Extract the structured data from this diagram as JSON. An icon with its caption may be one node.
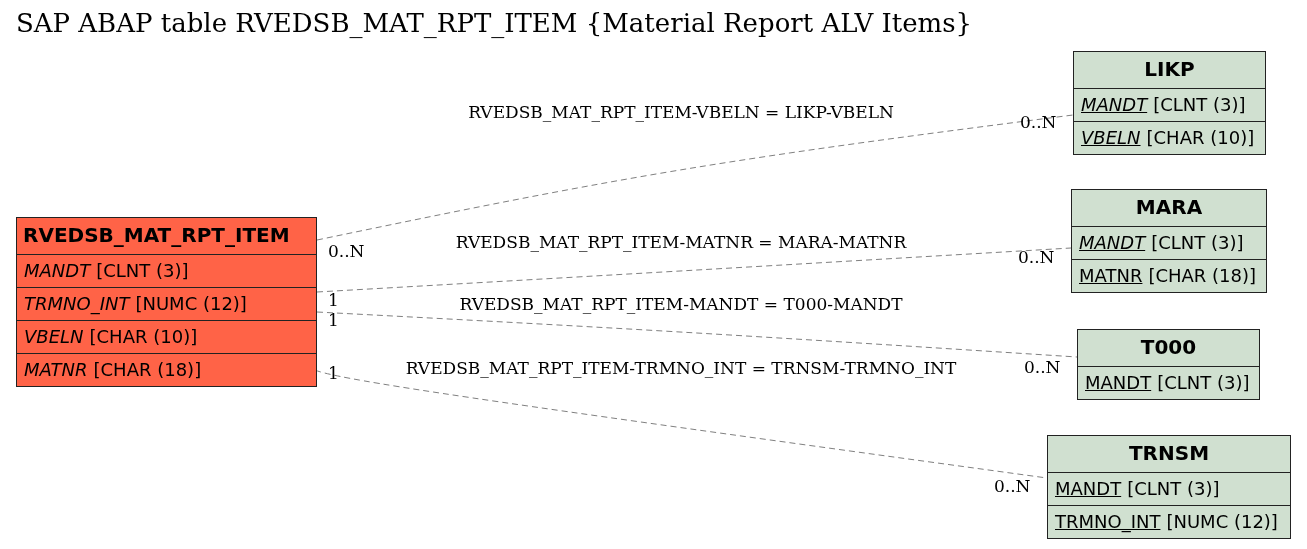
{
  "diagram": {
    "title": "SAP ABAP table RVEDSB_MAT_RPT_ITEM {Material Report ALV Items}",
    "nodes": [
      {
        "text": [
          "RVEDSB_MAT_RPT_ITEM"
        ]
      },
      {
        "text": [
          "MANDT",
          "[CLNT (3)]"
        ],
        "in": 0
      },
      {
        "text": [
          "TRMNO_INT",
          "[NUMC (12)]"
        ],
        "in": 0
      },
      {
        "text": [
          "VBELN",
          "[CHAR (10)]"
        ],
        "in": 0
      },
      {
        "text": [
          "MATNR",
          "[CHAR (18)]"
        ],
        "in": 0
      },
      {
        "text": [
          "LIKP"
        ]
      },
      {
        "text": [
          "MANDT",
          "[CLNT (3)]"
        ],
        "in": 5
      },
      {
        "text": [
          "VBELN",
          "[CHAR (10)]"
        ],
        "in": 5
      },
      {
        "text": [
          "MARA"
        ]
      },
      {
        "text": [
          "MANDT",
          "[CLNT (3)]"
        ],
        "in": 8
      },
      {
        "text": [
          "MATNR",
          "[CHAR (18)]"
        ],
        "in": 8
      },
      {
        "text": [
          "T000"
        ]
      },
      {
        "text": [
          "MANDT",
          "[CLNT (3)]"
        ],
        "in": 11
      },
      {
        "text": [
          "TRNSM"
        ]
      },
      {
        "text": [
          "MANDT",
          "[CLNT (3)]"
        ],
        "in": 13
      },
      {
        "text": [
          "TRMNO_INT",
          "[NUMC (12)]"
        ],
        "in": 13
      }
    ],
    "edges": [
      {
        "from": 0,
        "to": 5,
        "arrow": "none",
        "label": "RVEDSB_MAT_RPT_ITEM-VBELN = LIKP-VBELN",
        "style": "dashed"
      },
      {
        "from": 0,
        "to": 8,
        "arrow": "none",
        "label": "RVEDSB_MAT_RPT_ITEM-MATNR = MARA-MATNR",
        "style": "dashed"
      },
      {
        "from": 0,
        "to": 11,
        "arrow": "none",
        "label": "RVEDSB_MAT_RPT_ITEM-MANDT = T000-MANDT",
        "style": "dashed"
      },
      {
        "from": 0,
        "to": 13,
        "arrow": "none",
        "label": "RVEDSB_MAT_RPT_ITEM-TRMNO_INT = TRNSM-TRMNO_INT",
        "style": "dashed"
      }
    ],
    "labels": [
      "0..N",
      "0..N",
      "0..N",
      "1",
      "1",
      "0..N",
      "1",
      "0..N"
    ]
  }
}
